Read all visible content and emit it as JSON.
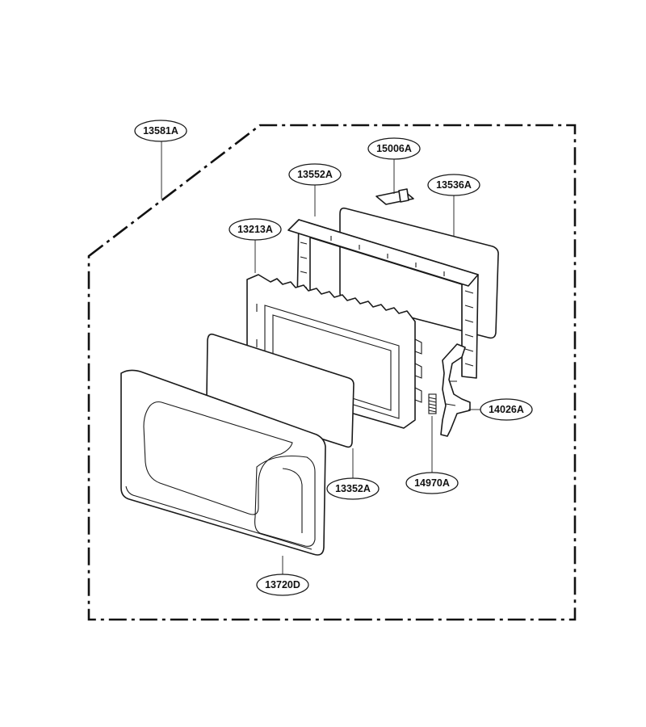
{
  "callouts": [
    {
      "id": "13581A",
      "label": "13581A"
    },
    {
      "id": "15006A",
      "label": "15006A"
    },
    {
      "id": "13552A",
      "label": "13552A"
    },
    {
      "id": "13536A",
      "label": "13536A"
    },
    {
      "id": "13213A",
      "label": "13213A"
    },
    {
      "id": "14026A",
      "label": "14026A"
    },
    {
      "id": "13352A",
      "label": "13352A"
    },
    {
      "id": "14970A",
      "label": "14970A"
    },
    {
      "id": "13720D",
      "label": "13720D"
    }
  ],
  "colors": {
    "line": "#1a1a1a",
    "background": "#ffffff"
  }
}
